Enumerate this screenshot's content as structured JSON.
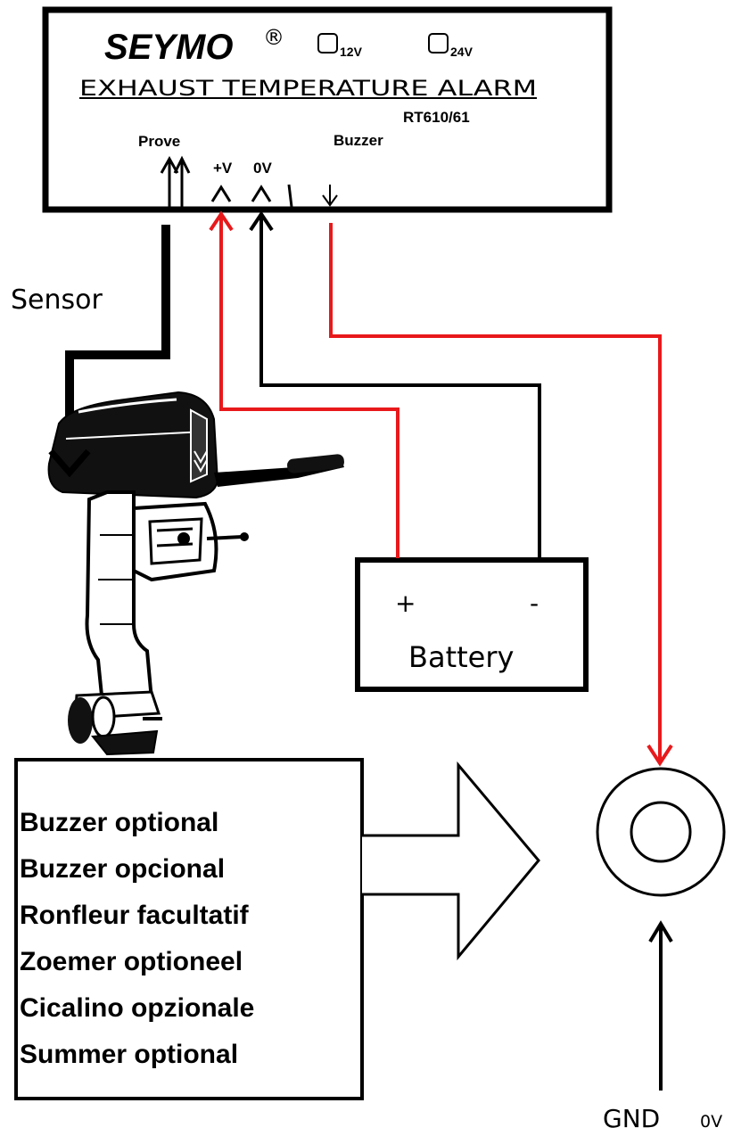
{
  "panel": {
    "brand": "SEYMO",
    "registered": "®",
    "option_12v": "12V",
    "option_24v": "24V",
    "title": "EXHAUST TEMPERATURE ALARM",
    "model": "RT610/61"
  },
  "terminals": {
    "prove": "Prove",
    "plus_v": "+V",
    "zero_v": "0V",
    "buzzer": "Buzzer"
  },
  "labels": {
    "sensor": "Sensor",
    "gnd": "GND",
    "gnd_zero": "0V"
  },
  "battery": {
    "plus": "+",
    "minus": "-",
    "label": "Battery"
  },
  "buzzer_note": [
    "Buzzer optional",
    "Buzzer opcional",
    "Ronfleur facultatif",
    "Zoemer optioneel",
    "Cicalino opzionale",
    "Summer optional"
  ],
  "colors": {
    "line": "#000000",
    "wire_red": "#e8191b",
    "background": "#ffffff"
  }
}
